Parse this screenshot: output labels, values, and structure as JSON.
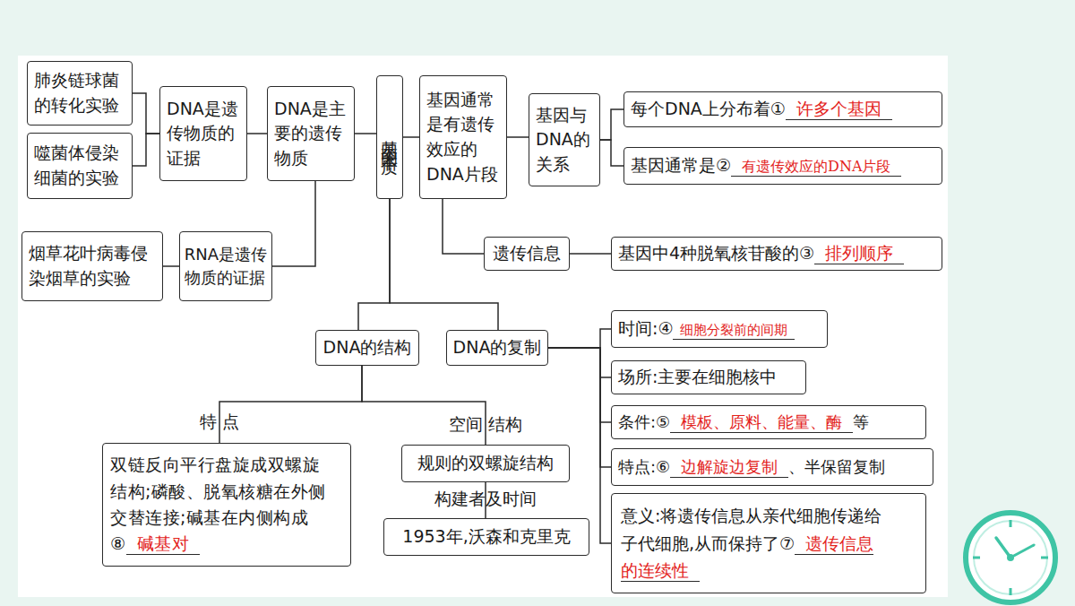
{
  "diagram": {
    "nodes": [
      {
        "text": [
          "肺炎链球菌 的转化实验"
        ]
      },
      {
        "text": [
          "噬菌体侵染 细菌的实验"
        ]
      },
      {
        "text": [
          "DNA是遗 传物质的 证据"
        ]
      },
      {
        "text": [
          "DNA是主 要的遗传 物质"
        ]
      },
      {
        "text": [
          "基因的本质"
        ]
      },
      {
        "text": [
          "基因通常 是有遗传 效应的 DNA片段"
        ]
      },
      {
        "text": [
          "基因与 DNA的 关系"
        ]
      },
      {
        "text": [
          "每个DNA上分布着①",
          "许多个基因"
        ]
      },
      {
        "text": [
          "基因通常是②",
          "有遗传效应的DNA片段"
        ]
      },
      {
        "text": [
          "烟草花叶病毒侵 染烟草的实验"
        ]
      },
      {
        "text": [
          "RNA是遗传 物质的证据"
        ]
      },
      {
        "text": [
          "遗传信息"
        ]
      },
      {
        "text": [
          "基因中4种脱氧核苷酸的③",
          "排列顺序"
        ]
      },
      {
        "text": [
          "DNA的结构"
        ]
      },
      {
        "text": [
          "DNA的复制"
        ]
      },
      {
        "text": [
          "时间:④",
          "细胞分裂前的间期"
        ]
      },
      {
        "text": [
          "场所:主要在细胞核中"
        ]
      },
      {
        "text": [
          "条件:⑤",
          "模板、原料、能量、酶",
          "等"
        ]
      },
      {
        "text": [
          "特点:⑥",
          "边解旋边复制",
          "、半保留复制"
        ]
      },
      {
        "text": [
          "意义:将遗传信息从亲代细胞传递给 子代细胞,从而保持了⑦",
          "遗传信息 的连续性"
        ]
      },
      {
        "text": [
          "双链反向平行盘旋成双螺旋 结构;磷酸、脱氧核糖在外侧 交替连接;碱基在内侧构成 ⑧",
          "碱基对"
        ]
      },
      {
        "text": [
          "规则的双螺旋结构"
        ]
      },
      {
        "text": [
          "1953年,沃森和克里克"
        ]
      }
    ],
    "edges": [
      {
        "from": 0,
        "to": 2,
        "arrow": "none"
      },
      {
        "from": 1,
        "to": 2,
        "arrow": "none"
      },
      {
        "from": 2,
        "to": 3,
        "arrow": "none"
      },
      {
        "from": 3,
        "to": 4,
        "arrow": "none"
      },
      {
        "from": 9,
        "to": 10,
        "arrow": "none"
      },
      {
        "from": 10,
        "to": 3,
        "arrow": "none"
      },
      {
        "from": 4,
        "to": 5,
        "arrow": "none"
      },
      {
        "from": 5,
        "to": 6,
        "arrow": "none"
      },
      {
        "from": 6,
        "to": 7,
        "arrow": "none"
      },
      {
        "from": 6,
        "to": 8,
        "arrow": "none"
      },
      {
        "from": 5,
        "to": 11,
        "arrow": "none"
      },
      {
        "from": 11,
        "to": 12,
        "arrow": "none"
      },
      {
        "from": 4,
        "to": 13,
        "arrow": "none"
      },
      {
        "from": 4,
        "to": 14,
        "arrow": "none"
      },
      {
        "from": 14,
        "to": 15,
        "arrow": "none"
      },
      {
        "from": 14,
        "to": 16,
        "arrow": "none"
      },
      {
        "from": 14,
        "to": 17,
        "arrow": "none"
      },
      {
        "from": 14,
        "to": 18,
        "arrow": "none"
      },
      {
        "from": 14,
        "to": 19,
        "arrow": "none"
      },
      {
        "from": 13,
        "to": 20,
        "label": "特 点",
        "arrow": "none"
      },
      {
        "from": 13,
        "to": 21,
        "label": "空间 结构",
        "arrow": "none"
      },
      {
        "from": 21,
        "to": 22,
        "label": "构建者及时间",
        "arrow": "none"
      }
    ]
  }
}
